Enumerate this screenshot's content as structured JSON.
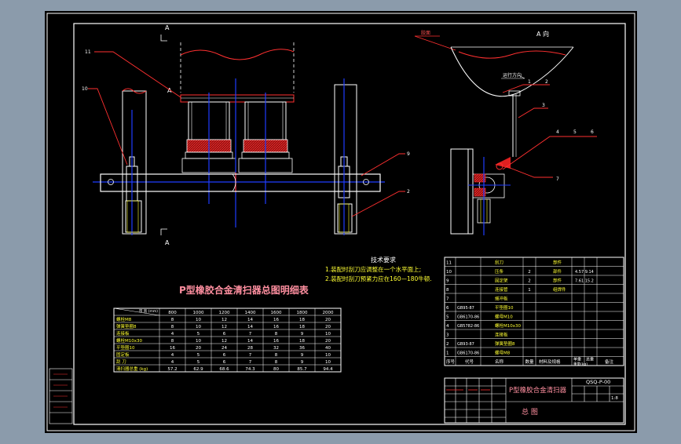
{
  "colors": {
    "background": "#8b9bab",
    "sheet": "#000000",
    "line": "#ffffff",
    "blue": "#1f3dff",
    "red": "#e02020",
    "pink": "#ff8fa0",
    "yellow": "#ffff33",
    "green": "#20e020",
    "magenta": "#ff40ff"
  },
  "main_view": {
    "section_marks": [
      "A",
      "A",
      "A"
    ],
    "part_numbers": [
      "11",
      "10",
      "9",
      "2"
    ]
  },
  "side_view": {
    "title": "A 向",
    "label_belt": "胶面",
    "label_direction": "运行方向",
    "part_numbers": [
      "1",
      "2",
      "3",
      "4",
      "5",
      "6",
      "7"
    ]
  },
  "tech": {
    "heading": "技术要求",
    "lines": [
      "1.装配时刮刀应调整在一个水平面上;",
      "2.装配时刮刀预紧力应在160—180牛顿."
    ]
  },
  "table_title": "P型橡胶合金清扫器总图明细表",
  "spec_table": {
    "corner": "带 宽 (mm)",
    "columns": [
      "800",
      "1000",
      "1200",
      "1400",
      "1600",
      "1800",
      "2000"
    ],
    "rows": [
      {
        "name": "螺栓M8",
        "values": [
          "8",
          "10",
          "12",
          "14",
          "16",
          "18",
          "20"
        ]
      },
      {
        "name": "弹簧垫圈8",
        "values": [
          "8",
          "10",
          "12",
          "14",
          "16",
          "18",
          "20"
        ]
      },
      {
        "name": "连接板",
        "values": [
          "4",
          "5",
          "6",
          "7",
          "8",
          "9",
          "10"
        ]
      },
      {
        "name": "螺栓M10x30",
        "values": [
          "8",
          "10",
          "12",
          "14",
          "16",
          "18",
          "20"
        ]
      },
      {
        "name": "平垫圈10",
        "values": [
          "16",
          "20",
          "24",
          "28",
          "32",
          "36",
          "40"
        ]
      },
      {
        "name": "固定板",
        "values": [
          "4",
          "5",
          "6",
          "7",
          "8",
          "9",
          "10"
        ]
      },
      {
        "name": "刮 刀",
        "values": [
          "4",
          "5",
          "6",
          "7",
          "8",
          "9",
          "10"
        ]
      },
      {
        "name": "清扫器总重 (kg)",
        "values": [
          "57.2",
          "62.9",
          "68.6",
          "74.3",
          "80",
          "85.7",
          "94.4"
        ]
      }
    ]
  },
  "parts_list": {
    "rows": [
      {
        "no": "11",
        "code": "",
        "name": "刮刀",
        "qty": "",
        "material": "",
        "note": "部件"
      },
      {
        "no": "10",
        "code": "",
        "name": "压条",
        "qty": "2",
        "material": "",
        "note": "部件",
        "extra": "4.57 9.14"
      },
      {
        "no": "9",
        "code": "",
        "name": "固定架",
        "qty": "2",
        "material": "",
        "note": "部件",
        "extra": "7.61 15.2"
      },
      {
        "no": "8",
        "code": "",
        "name": "连接管",
        "qty": "1",
        "material": "",
        "note": "组焊件"
      },
      {
        "no": "7",
        "code": "",
        "name": "缓冲板",
        "qty": "",
        "material": "",
        "note": ""
      },
      {
        "no": "6",
        "code": "GB95-87",
        "name": "平垫圈10",
        "qty": "",
        "material": "",
        "note": ""
      },
      {
        "no": "5",
        "code": "GB6170-86",
        "name": "螺母M10",
        "qty": "",
        "material": "",
        "note": ""
      },
      {
        "no": "4",
        "code": "GB5782-86",
        "name": "螺栓M10x30",
        "qty": "",
        "material": "",
        "note": ""
      },
      {
        "no": "3",
        "code": "",
        "name": "连接板",
        "qty": "",
        "material": "",
        "note": ""
      },
      {
        "no": "2",
        "code": "GB93-87",
        "name": "弹簧垫圈8",
        "qty": "",
        "material": "",
        "note": ""
      },
      {
        "no": "1",
        "code": "GB6170-86",
        "name": "螺母M8",
        "qty": "",
        "material": "",
        "note": ""
      }
    ],
    "header": {
      "no": "序号",
      "code": "代号",
      "name": "名称",
      "qty": "数量",
      "material": "材料及规格",
      "unit_weight": "单重",
      "total_weight": "总重",
      "weight_label": "重量(kg)",
      "note": "备注"
    }
  },
  "title_block": {
    "product": "P型橡胶合金清扫器",
    "drawing_no": "QSQ-P-00",
    "scale": "1:8",
    "name": "总 图"
  }
}
